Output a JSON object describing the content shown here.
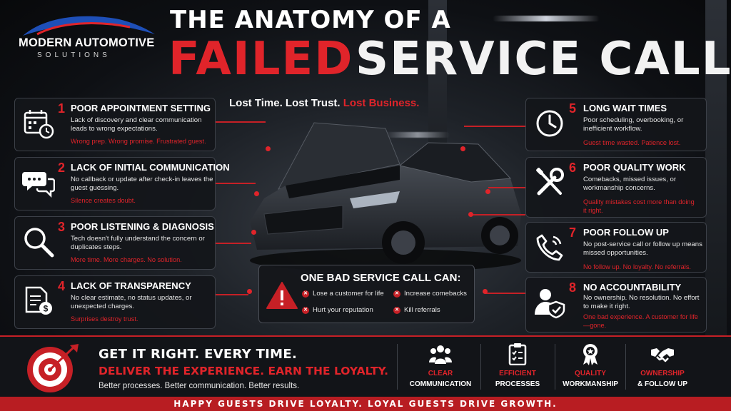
{
  "brand": {
    "name": "MODERN AUTOMOTIVE",
    "sub": "SOLUTIONS"
  },
  "title": {
    "line1": "THE ANATOMY OF A",
    "red": "FAILED",
    "white": "SERVICE CALL"
  },
  "tagline": {
    "white": "Lost Time. Lost Trust. ",
    "red": "Lost Business."
  },
  "left_cards": [
    {
      "num": "1",
      "title": "POOR APPOINTMENT SETTING",
      "icon": "calendar-clock-icon",
      "desc": "Lack of discovery and clear communication leads to wrong expectations.",
      "note": "Wrong prep. Wrong promise. Frustrated guest."
    },
    {
      "num": "2",
      "title": "LACK OF INITIAL COMMUNICATION",
      "icon": "chat-bubbles-icon",
      "desc": "No callback or update after check-in leaves the guest guessing.",
      "note": "Silence creates doubt."
    },
    {
      "num": "3",
      "title": "POOR LISTENING & DIAGNOSIS",
      "icon": "magnifier-icon",
      "desc": "Tech doesn't fully understand the concern or duplicates steps.",
      "note": "More time. More charges. No solution."
    },
    {
      "num": "4",
      "title": "LACK OF TRANSPARENCY",
      "icon": "document-dollar-icon",
      "desc": "No clear estimate, no status updates, or unexpected charges.",
      "note": "Surprises destroy trust."
    }
  ],
  "right_cards": [
    {
      "num": "5",
      "title": "LONG WAIT TIMES",
      "icon": "clock-icon",
      "desc": "Poor scheduling, overbooking, or inefficient workflow.",
      "note": "Guest time wasted. Patience lost."
    },
    {
      "num": "6",
      "title": "POOR QUALITY WORK",
      "icon": "wrench-screwdriver-icon",
      "desc": "Comebacks, missed issues, or workmanship concerns.",
      "note": "Quality mistakes cost more than doing it right."
    },
    {
      "num": "7",
      "title": "POOR FOLLOW UP",
      "icon": "phone-icon",
      "desc": "No post-service call or follow up means missed opportunities.",
      "note": "No follow up. No loyalty. No referrals."
    },
    {
      "num": "8",
      "title": "NO ACCOUNTABILITY",
      "icon": "person-shield-icon",
      "desc": "No ownership. No resolution. No effort to make it right.",
      "note": "One bad experience. A customer for life—gone."
    }
  ],
  "center": {
    "title": "ONE BAD SERVICE CALL CAN:",
    "items": [
      "Lose a customer for life",
      "Increase comebacks",
      "Hurt your reputation",
      "Kill referrals"
    ]
  },
  "bottom": {
    "line1": "GET IT RIGHT. EVERY TIME.",
    "line2": "DELIVER THE EXPERIENCE. EARN THE LOYALTY.",
    "line3": "Better processes. Better communication. Better results.",
    "pillars": [
      {
        "red": "CLEAR",
        "white": "COMMUNICATION",
        "icon": "group-icon"
      },
      {
        "red": "EFFICIENT",
        "white": "PROCESSES",
        "icon": "checklist-icon"
      },
      {
        "red": "QUALITY",
        "white": "WORKMANSHIP",
        "icon": "award-ribbon-icon"
      },
      {
        "red": "OWNERSHIP",
        "white": "& FOLLOW UP",
        "icon": "handshake-icon"
      }
    ]
  },
  "footer": "HAPPY GUESTS DRIVE LOYALTY. LOYAL GUESTS DRIVE GROWTH.",
  "colors": {
    "accent_red": "#e0242a",
    "background": "#0d0f12",
    "card": "#14161a"
  }
}
